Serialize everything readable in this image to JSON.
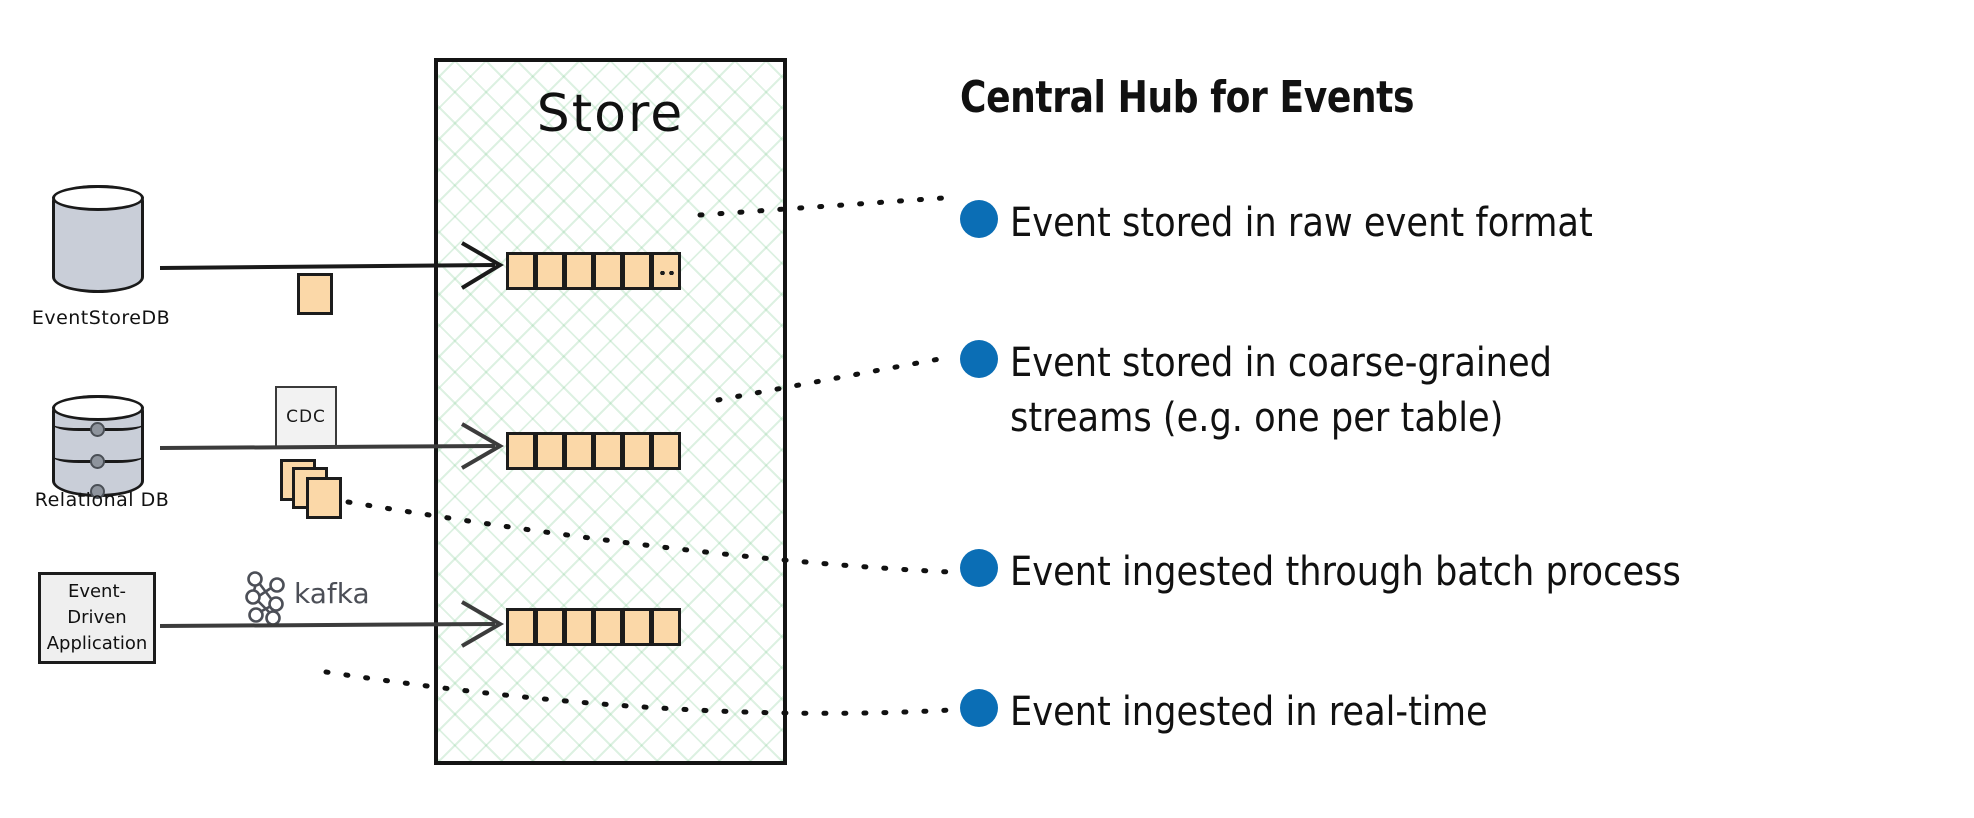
{
  "diagram": {
    "title": "Central Hub for Events",
    "store": {
      "label": "Store",
      "stream_count": 3,
      "segments_per_stream": 6
    },
    "sources": [
      {
        "id": "eventstoredb",
        "label": "EventStoreDB",
        "icon": "database-cylinder-icon",
        "transport_label": "",
        "transport_icon": "single-event-card-icon"
      },
      {
        "id": "relational-db",
        "label": "Relational DB",
        "icon": "database-disk-stack-icon",
        "transport_label": "CDC",
        "transport_icon": "stacked-event-cards-icon"
      },
      {
        "id": "event-driven-application",
        "label": "Event-\nDriven\nApplication",
        "icon": "application-box-icon",
        "transport_label": "kafka",
        "transport_icon": "kafka-logo-icon"
      }
    ],
    "bullets": [
      {
        "text": "Event stored in raw event format"
      },
      {
        "text": "Event stored in coarse-grained\nstreams (e.g. one per table)"
      },
      {
        "text": "Event ingested through batch process"
      },
      {
        "text": "Event ingested in real-time"
      }
    ],
    "colors": {
      "bullet": "#0b6eb5",
      "event_card": "#fbd8a8",
      "card_stroke": "#1c1c1c",
      "cylinder_fill": "#c9ced8",
      "store_hatch": "#78c88c",
      "box_fill": "#efefef",
      "text": "#111111"
    }
  }
}
